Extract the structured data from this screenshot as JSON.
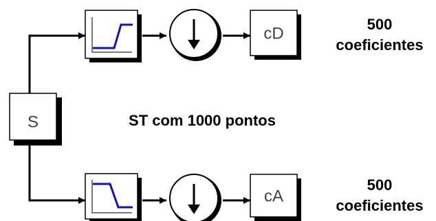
{
  "diagram": {
    "source_label": "S",
    "top_output_label": "cD",
    "bottom_output_label": "cA",
    "center_text": "ST com 1000 pontos",
    "top_note": {
      "count": "500",
      "unit": "coeficientes"
    },
    "bottom_note": {
      "count": "500",
      "unit": "coeficientes"
    },
    "colors": {
      "box_fill": "#ffffff",
      "shadow": "#000000",
      "frame": "#000000",
      "filter_plot": "#1010c0",
      "filter_frame": "#7a7a7a"
    },
    "icons": [
      "highpass-filter-icon",
      "lowpass-filter-icon",
      "downsample-arrow-icon"
    ]
  }
}
